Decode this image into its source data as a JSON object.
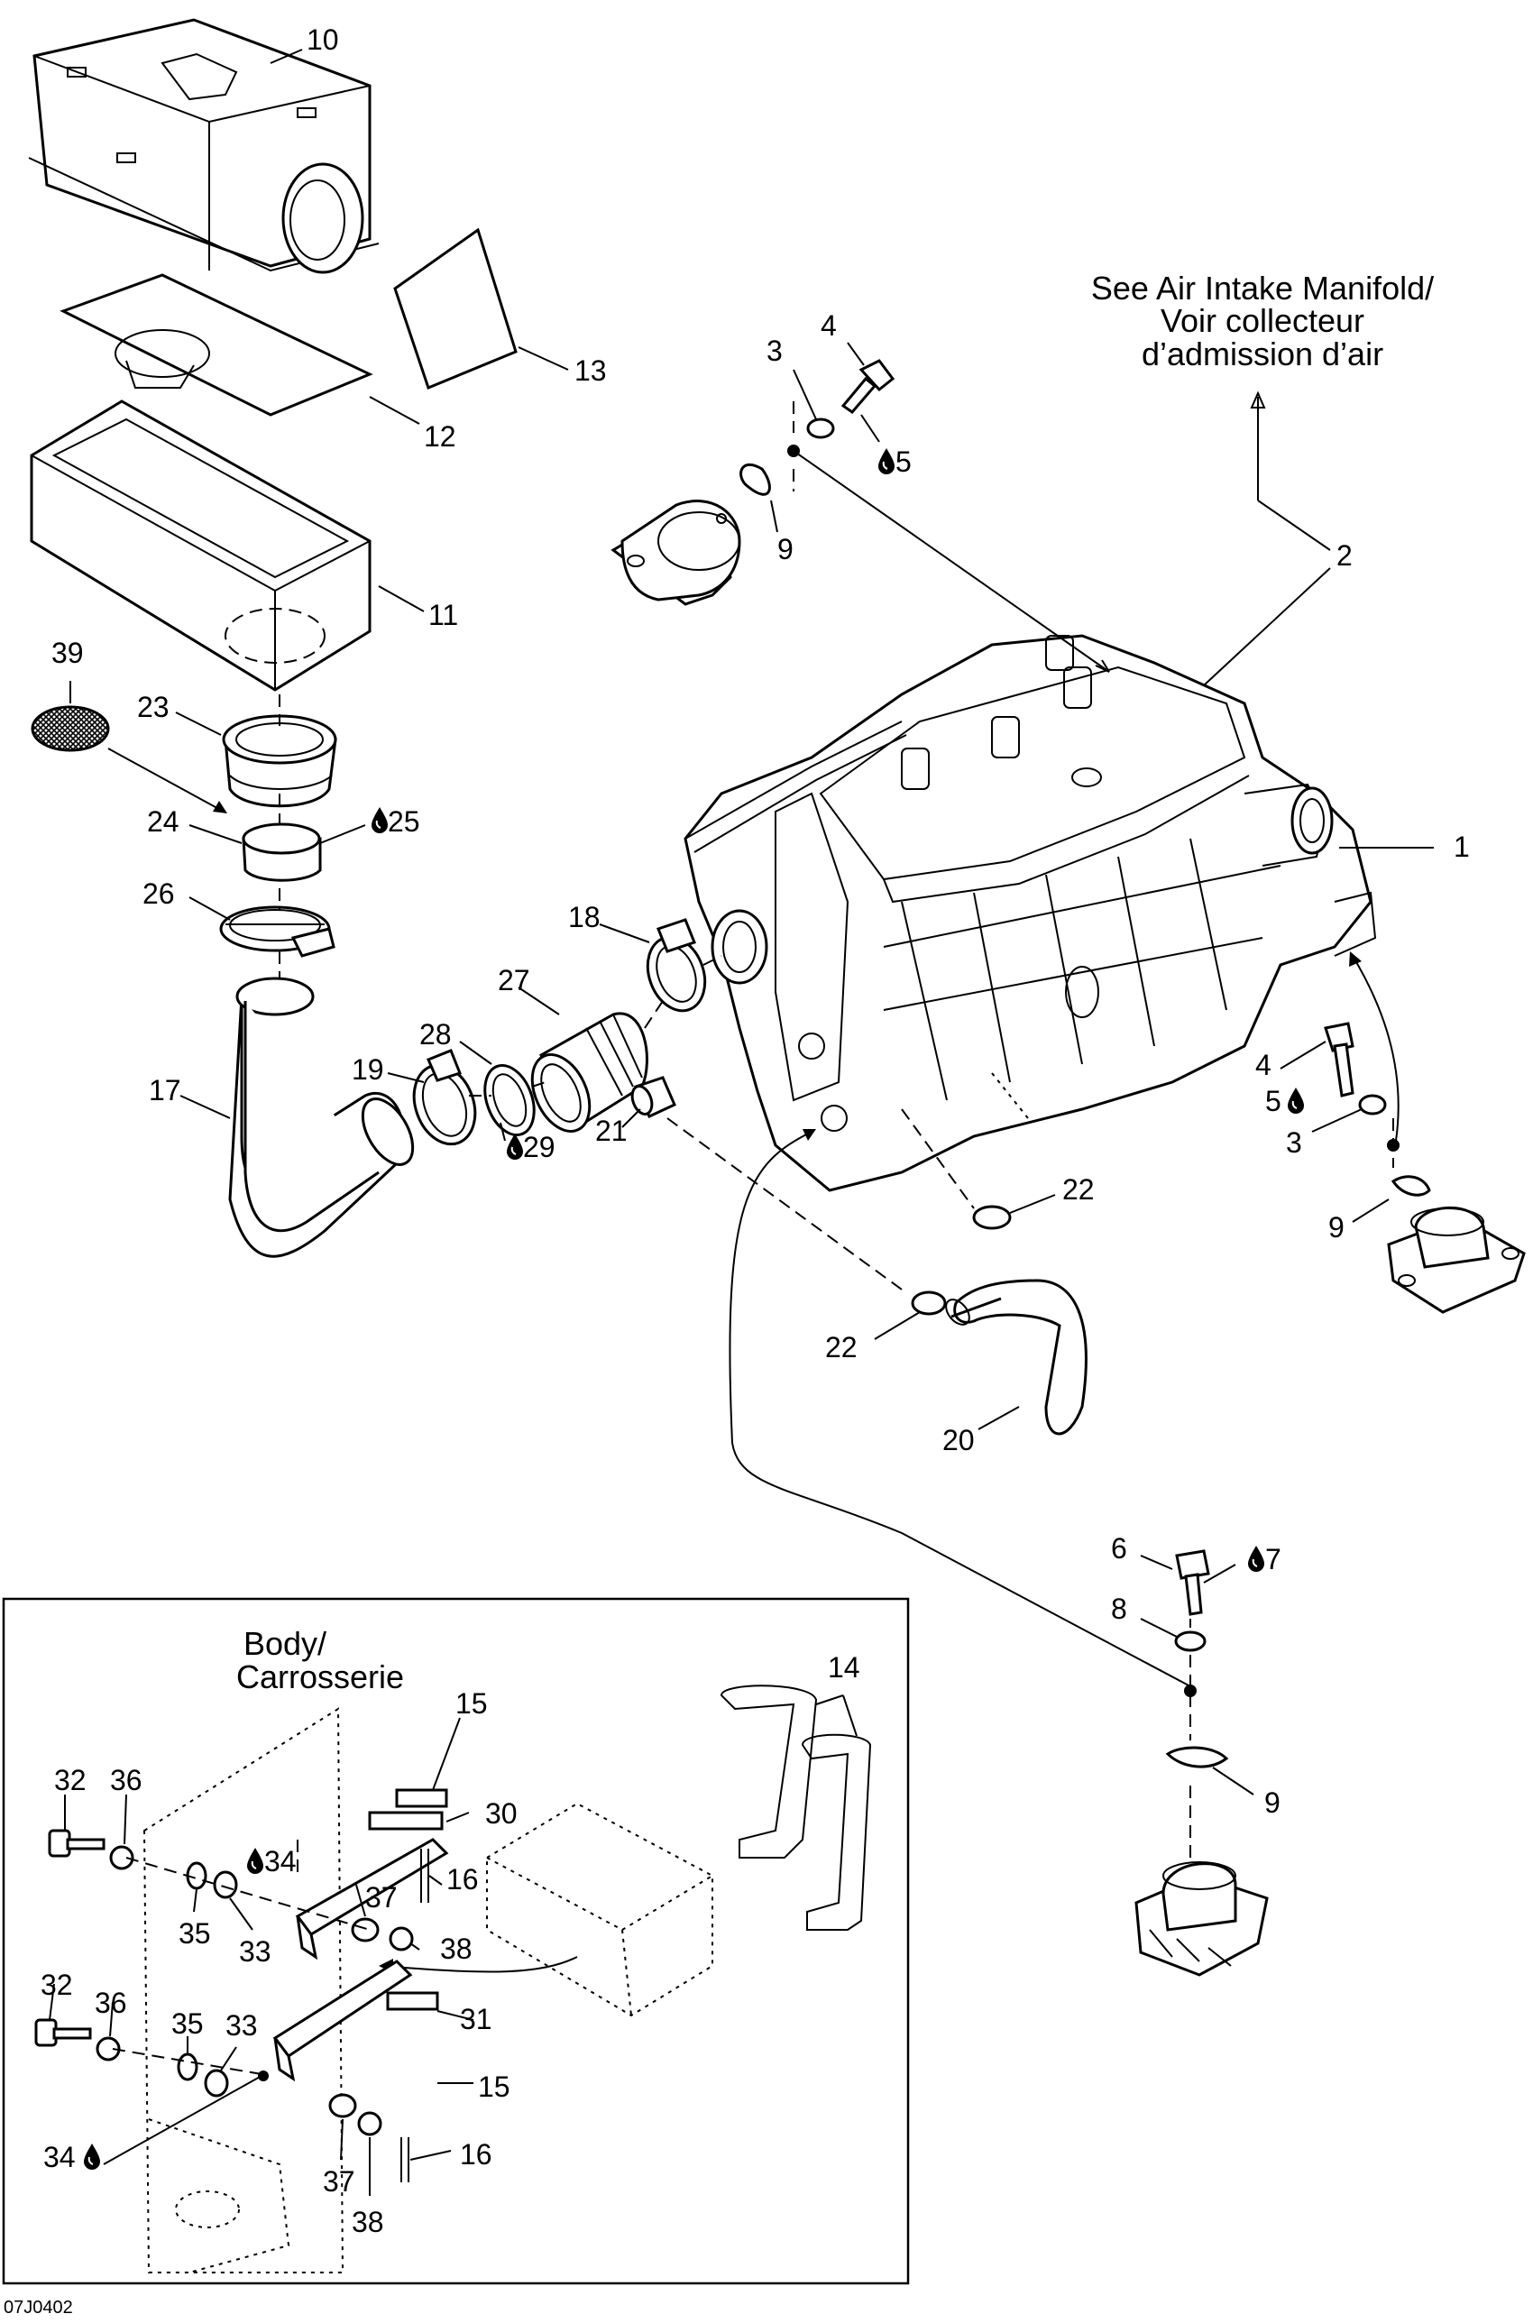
{
  "diagram": {
    "reference_note": [
      "See Air Intake Manifold/",
      "Voir collecteur",
      "d’admission d’air"
    ],
    "inset_label": [
      "Body/",
      "Carrosserie"
    ],
    "figure_code": "07J0402",
    "callouts": {
      "c1": "1",
      "c2": "2",
      "c3a": "3",
      "c3b": "3",
      "c4a": "4",
      "c4b": "4",
      "c5a": "5",
      "c5b": "5",
      "c6": "6",
      "c7": "7",
      "c8": "8",
      "c9a": "9",
      "c9b": "9",
      "c9c": "9",
      "c10": "10",
      "c11": "11",
      "c12": "12",
      "c13": "13",
      "c14": "14",
      "c15a": "15",
      "c15b": "15",
      "c16a": "16",
      "c16b": "16",
      "c17": "17",
      "c18": "18",
      "c19": "19",
      "c20": "20",
      "c21": "21",
      "c22a": "22",
      "c22b": "22",
      "c23": "23",
      "c24": "24",
      "c25": "25",
      "c26": "26",
      "c27": "27",
      "c28": "28",
      "c29": "29",
      "c30": "30",
      "c31": "31",
      "c32a": "32",
      "c32b": "32",
      "c33a": "33",
      "c33b": "33",
      "c34a": "34",
      "c34b": "34",
      "c35a": "35",
      "c35b": "35",
      "c36a": "36",
      "c36b": "36",
      "c37a": "37",
      "c37b": "37",
      "c38a": "38",
      "c38b": "38",
      "c39": "39"
    },
    "symbols": {
      "adhesive": "drop-icon",
      "pivot": "dot-icon"
    }
  }
}
